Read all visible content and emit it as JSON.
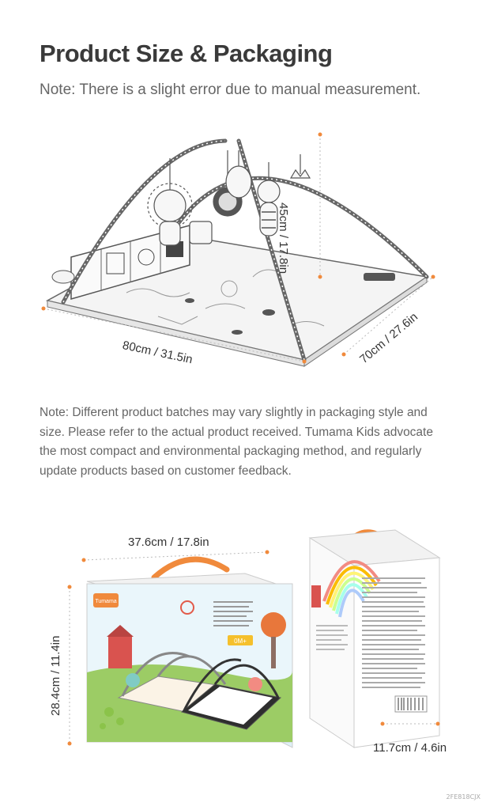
{
  "header": {
    "title": "Product Size & Packaging",
    "note": "Note: There is a slight error due to manual measurement."
  },
  "playmat": {
    "height_label": "45cm / 17.8in",
    "length_label": "80cm / 31.5in",
    "width_label": "70cm / 27.6in"
  },
  "packaging": {
    "note": "Note: Different product batches may vary slightly in packaging style and size. Please refer to the actual product received. Tumama Kids advocate the most compact and environmental packaging method, and regularly update products based on customer feedback.",
    "length_label": "37.6cm / 17.8in",
    "height_label": "28.4cm / 11.4in",
    "depth_label": "11.7cm / 4.6in",
    "brand_logo": "Tumama",
    "age_badge": "0M+",
    "code": "2FE818CJX"
  },
  "colors": {
    "dim_line": "#f08a3c",
    "handle": "#f08a3c",
    "sky": "#eaf6fb",
    "grass": "#9ccc65",
    "barn": "#d9534f"
  }
}
